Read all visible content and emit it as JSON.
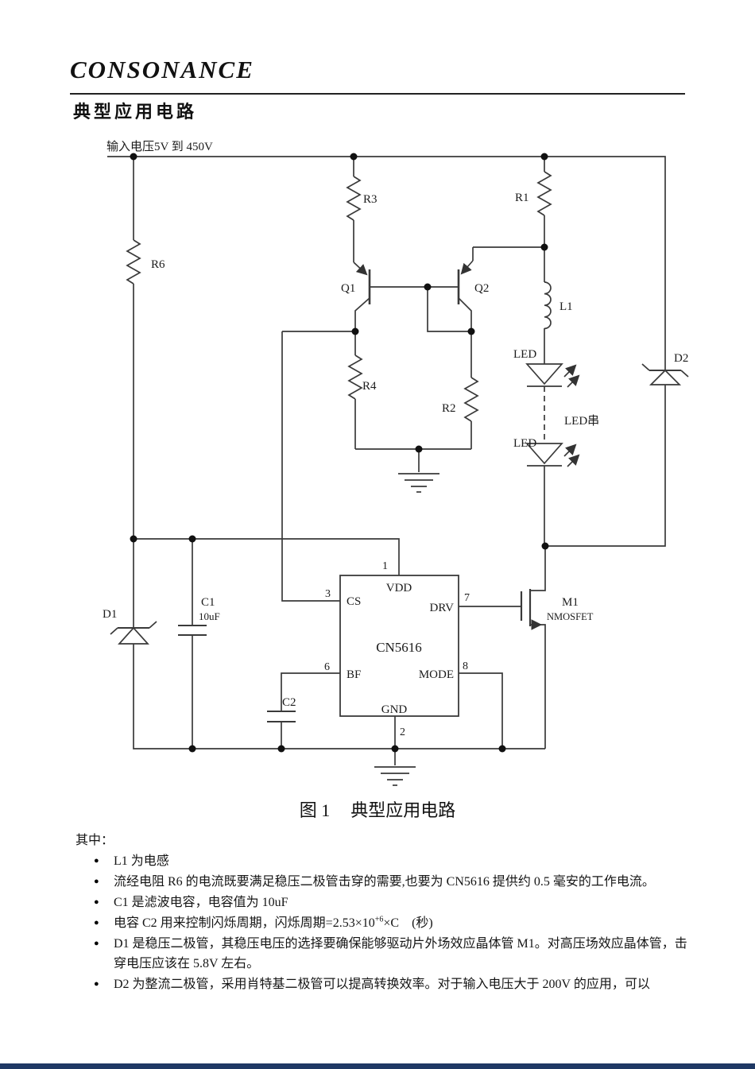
{
  "header": {
    "logo": "CONSONANCE",
    "section_title": "典型应用电路"
  },
  "circuit": {
    "input_label": "输入电压5V 到 450V",
    "labels": {
      "r1": "R1",
      "r2": "R2",
      "r3": "R3",
      "r4": "R4",
      "r6": "R6",
      "q1": "Q1",
      "q2": "Q2",
      "l1": "L1",
      "led_top": "LED",
      "led_bottom": "LED",
      "led_string": "LED串",
      "d1": "D1",
      "d2": "D2",
      "c1": "C1",
      "c1_value": "10uF",
      "c2": "C2",
      "m1": "M1",
      "m1_type": "NMOSFET"
    },
    "chip": {
      "name": "CN5616",
      "pins": [
        {
          "number": "1",
          "name": "VDD"
        },
        {
          "number": "2",
          "name": "GND"
        },
        {
          "number": "3",
          "name": "CS"
        },
        {
          "number": "6",
          "name": "BF"
        },
        {
          "number": "7",
          "name": "DRV"
        },
        {
          "number": "8",
          "name": "MODE"
        }
      ]
    }
  },
  "caption": {
    "part1": "图 1",
    "part2": "典型应用电路"
  },
  "notes": {
    "intro": "其中：",
    "bullet_glyph": "●",
    "bullets": [
      {
        "text": "L1 为电感"
      },
      {
        "text": "流经电阻 R6 的电流既要满足稳压二极管击穿的需要,也要为 CN5616 提供约 0.5 毫安的工作电流。"
      },
      {
        "text": "C1 是滤波电容，电容值为 10uF"
      },
      {
        "pre": "电容 C2 用来控制闪烁周期，闪烁周期=2.53×10",
        "sup": "+6",
        "post": "×C　(秒)"
      },
      {
        "text": "D1 是稳压二极管，其稳压电压的选择要确保能够驱动片外场效应晶体管 M1。对高压场效应晶体管，击穿电压应该在 5.8V 左右。"
      },
      {
        "text": "D2 为整流二极管，采用肖特基二极管可以提高转换效率。对于输入电压大于 200V 的应用，可以"
      }
    ]
  }
}
